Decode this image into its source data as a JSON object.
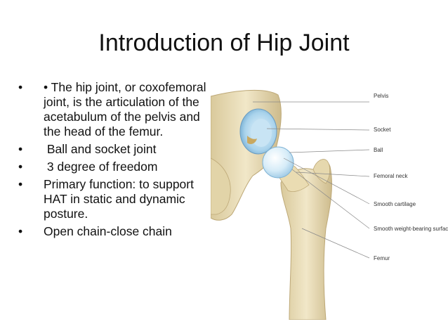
{
  "slide": {
    "title": "Introduction of Hip Joint",
    "bullet_marker": "•",
    "bullets": [
      "• The hip joint, or coxofemoral joint, is the articulation of the acetabulum of the pelvis and the head of the femur.",
      " Ball and socket joint",
      " 3 degree of freedom",
      "Primary function: to support HAT in static and dynamic posture.",
      "Open chain-close chain"
    ]
  },
  "figure": {
    "labels": {
      "pelvis": "Pelvis",
      "socket": "Socket",
      "ball": "Ball",
      "femoral_neck": "Femoral neck",
      "smooth_cartilage": "Smooth cartilage",
      "weight_bearing": "Smooth weight-bearing surfaces",
      "femur": "Femur"
    },
    "colors": {
      "bone": "#e8dcb6",
      "bone_shadow": "#c9b98a",
      "cartilage": "#a9d3ec",
      "leader_line": "#8a8a8a"
    }
  }
}
